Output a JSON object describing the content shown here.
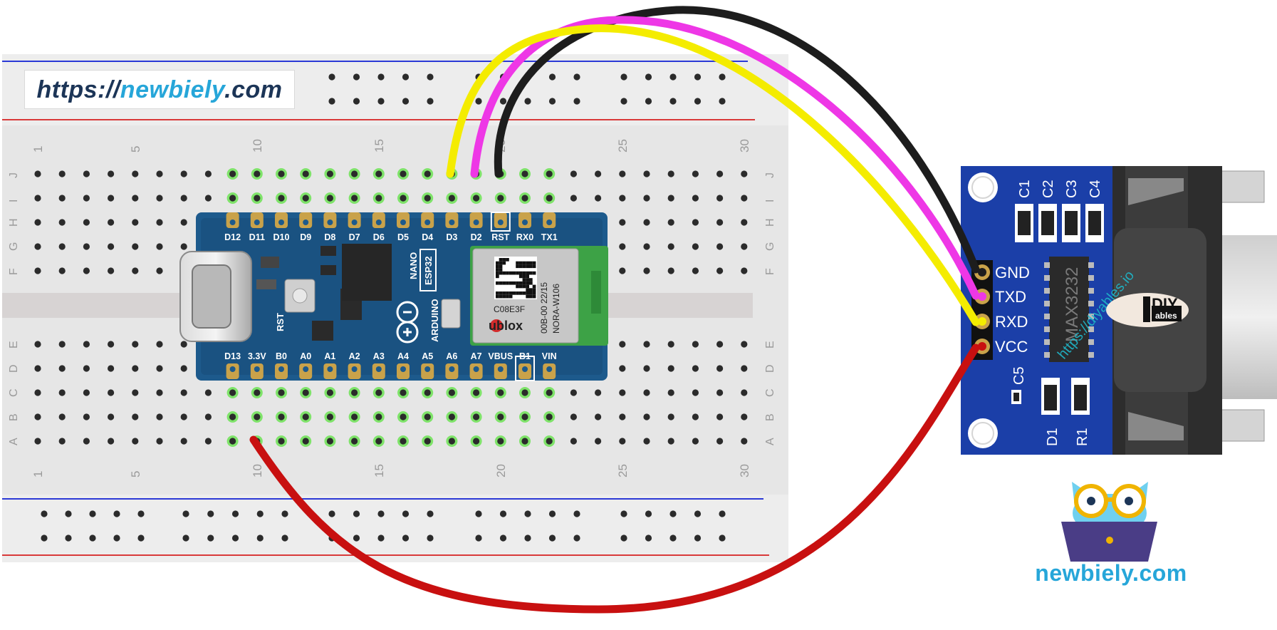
{
  "watermark": {
    "prefix": "https://",
    "highlight": "newbiely",
    "suffix": ".com"
  },
  "brand": {
    "name": "newbiely.com"
  },
  "breadboard": {
    "column_numbers": [
      "1",
      "5",
      "10",
      "15",
      "20",
      "25",
      "30"
    ],
    "row_labels_top": [
      "J",
      "I",
      "H",
      "G",
      "F"
    ],
    "row_labels_bottom": [
      "E",
      "D",
      "C",
      "B",
      "A"
    ]
  },
  "arduino": {
    "top_pins": [
      "D12",
      "D11",
      "D10",
      "D9",
      "D8",
      "D7",
      "D6",
      "D5",
      "D4",
      "D3",
      "D2",
      "RST",
      "RX0",
      "TX1"
    ],
    "bottom_pins": [
      "D13",
      "3.3V",
      "B0",
      "A0",
      "A1",
      "A2",
      "A3",
      "A4",
      "A5",
      "A6",
      "A7",
      "VBUS",
      "B1",
      "VIN"
    ],
    "board_text": [
      "NANO",
      "ESP32",
      "ARDUINO"
    ],
    "rst_label": "RST",
    "module_brand": "ublox",
    "module_text": [
      "C08E3F",
      "00B-00 22/15",
      "NORA-W106"
    ]
  },
  "module": {
    "pins": [
      "GND",
      "TXD",
      "RXD",
      "VCC"
    ],
    "capacitors": [
      "C1",
      "C2",
      "C3",
      "C4"
    ],
    "chip": "MAX3232",
    "c5": "C5",
    "d1": "D1",
    "r1": "R1",
    "watermark": "https://diyables.io",
    "logo_text": [
      "DIY",
      "ables"
    ]
  },
  "wires": [
    {
      "name": "yellow-wire",
      "color": "#f4ec00"
    },
    {
      "name": "magenta-wire",
      "color": "#ee37e6"
    },
    {
      "name": "black-wire",
      "color": "#1d1d1d"
    },
    {
      "name": "red-wire",
      "color": "#c81010"
    }
  ]
}
